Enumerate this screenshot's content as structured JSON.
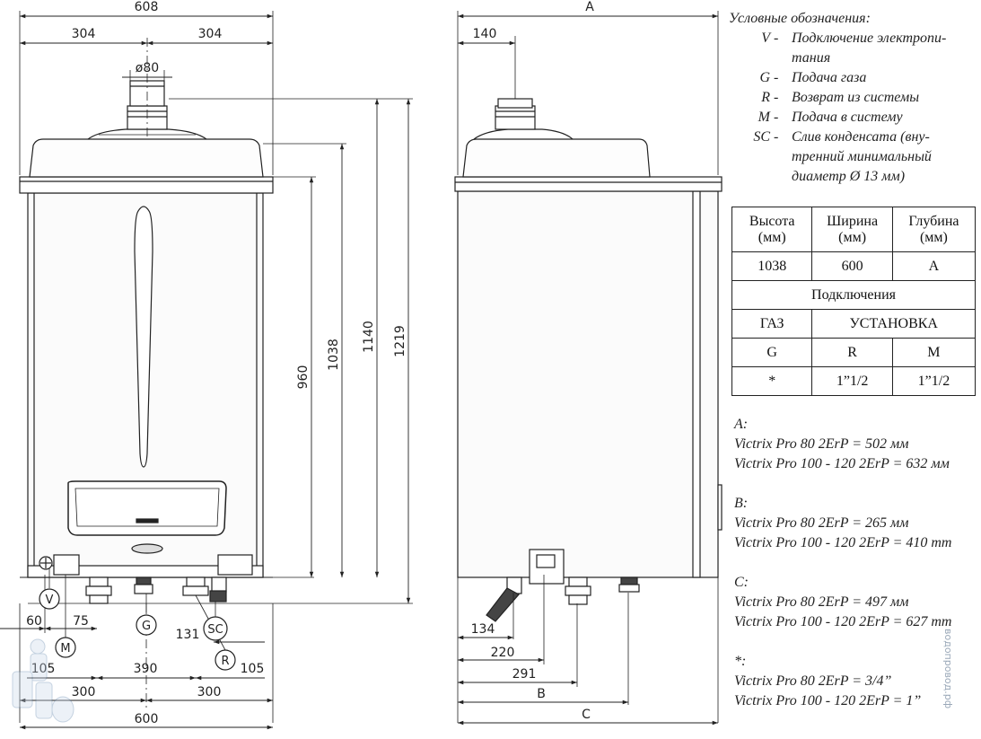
{
  "front_view": {
    "overall_width": "608",
    "half_width_left": "304",
    "half_width_right": "304",
    "flue_diameter": "ø80",
    "height_960": "960",
    "height_1038": "1038",
    "height_1140": "1140",
    "height_1219": "1219",
    "dim_60": "60",
    "dim_75": "75",
    "dim_131": "131",
    "dim_105_left": "105",
    "dim_390": "390",
    "dim_105_right": "105",
    "dim_300_left": "300",
    "dim_300_right": "300",
    "bracket_width": "600",
    "connections": {
      "V": "V",
      "M": "M",
      "G": "G",
      "SC": "SC",
      "R": "R"
    }
  },
  "side_view": {
    "depth_A": "A",
    "flue_offset": "140",
    "dim_134": "134",
    "dim_220": "220",
    "dim_291": "291",
    "dim_B": "B",
    "dim_C": "C"
  },
  "legend": {
    "title": "Условные обозначения:",
    "items": [
      {
        "symbol": "V",
        "dash": "-",
        "lines": [
          "Подключение электропи-",
          "тания"
        ]
      },
      {
        "symbol": "G",
        "dash": "-",
        "lines": [
          "Подача газа"
        ]
      },
      {
        "symbol": "R",
        "dash": "-",
        "lines": [
          "Возврат из системы"
        ]
      },
      {
        "symbol": "M",
        "dash": "-",
        "lines": [
          "Подача в систему"
        ]
      },
      {
        "symbol": "SC",
        "dash": "-",
        "lines": [
          "Слив конденсата (вну-",
          "тренний минимальный",
          "диаметр Ø 13 мм)"
        ]
      }
    ]
  },
  "spec_table": {
    "headers": [
      [
        "Высота",
        "(мм)"
      ],
      [
        "Ширина",
        "(мм)"
      ],
      [
        "Глубина",
        "(мм)"
      ]
    ],
    "dims": [
      "1038",
      "600",
      "A"
    ],
    "connections_title": "Подключения",
    "groups": [
      "ГАЗ",
      "УСТАНОВКА"
    ],
    "codes": [
      "G",
      "R",
      "M"
    ],
    "sizes": [
      "*",
      "1”1/2",
      "1”1/2"
    ]
  },
  "notes": [
    {
      "label": "A:",
      "lines": [
        "Victrix Pro 80 2ErP = 502 мм",
        "Victrix Pro 100 - 120 2ErP = 632 мм"
      ]
    },
    {
      "label": "B:",
      "lines": [
        "Victrix Pro 80 2ErP = 265 мм",
        "Victrix Pro 100 - 120 2ErP = 410 mm"
      ]
    },
    {
      "label": "C:",
      "lines": [
        "Victrix Pro 80 2ErP = 497 мм",
        "Victrix Pro 100 - 120 2ErP = 627 mm"
      ]
    },
    {
      "label": "*:",
      "lines": [
        "Victrix Pro 80 2ErP = 3/4”",
        "Victrix Pro 100 - 120 2ErP = 1”"
      ]
    }
  ],
  "watermark": "водопровод.рф"
}
